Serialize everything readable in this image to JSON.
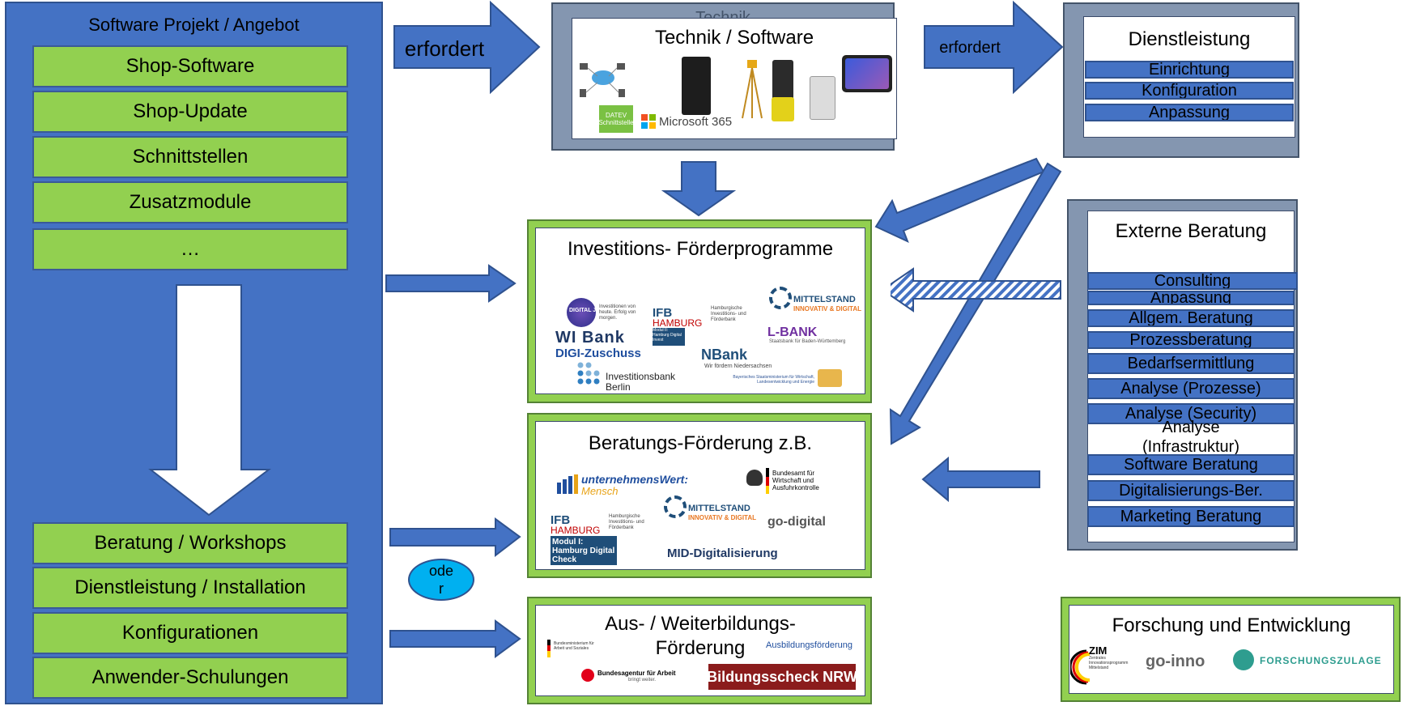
{
  "left_panel": {
    "title": "Software Projekt / Angebot",
    "items_top": [
      "Shop-Software",
      "Shop-Update",
      "Schnittstellen",
      "Zusatzmodule",
      "…"
    ],
    "items_bottom": [
      "Beratung / Workshops",
      "Dienstleistung / Installation",
      "Konfigurationen",
      "Anwender-Schulungen"
    ]
  },
  "arrows": {
    "erfordert_1": "erfordert",
    "erfordert_2": "erfordert",
    "oder": "oder"
  },
  "technik": {
    "hidden_title": "Technik",
    "title": "Technik / Software",
    "logos": {
      "datev": "DATEV Schnittstelle",
      "microsoft": "Microsoft 365"
    }
  },
  "dienstleistung": {
    "title": "Dienstleistung",
    "items": [
      "Einrichtung",
      "Konfiguration",
      "Anpassung"
    ]
  },
  "investition": {
    "title": "Investitions- Förderprogramme",
    "logos": {
      "digital_jetzt": "DIGITAL JETZT",
      "digital_jetzt_tag": "Investitionen von heute. Erfolg von morgen.",
      "ifb": "IFB",
      "ifb_hamburg": "HAMBURG",
      "ifb_desc": "Hamburgische Investitions- und Förderbank",
      "ifb_module": "Modul II: Hamburg Digital Invest",
      "mittelstand": "MITTELSTAND",
      "mittelstand_sub": "INNOVATIV & DIGITAL",
      "wibank": "WI Bank",
      "digi_zuschuss": "DIGI-Zuschuss",
      "lbank": "L-BANK",
      "lbank_sub": "Staatsbank für Baden-Württemberg",
      "nbank": "NBank",
      "nbank_sub": "Wir fördern Niedersachsen",
      "ibb": "Investitionsbank",
      "ibb_city": "Berlin",
      "bayern": "Bayerisches Staatsministerium für Wirtschaft, Landesentwicklung und Energie"
    }
  },
  "beratung": {
    "title": "Beratungs-Förderung z.B.",
    "logos": {
      "uwm_1": "unternehmensWert:",
      "uwm_2": "Mensch",
      "bafa": "Bundesamt für Wirtschaft und Ausfuhrkontrolle",
      "ifb": "IFB",
      "ifb_hamburg": "HAMBURG",
      "ifb_desc": "Hamburgische Investitions- und Förderbank",
      "modul": "Modul I: Hamburg Digital Check",
      "mittelstand": "MITTELSTAND",
      "mittelstand_sub": "INNOVATIV & DIGITAL",
      "go_digital": "go-digital",
      "mid": "MID-Digitalisierung"
    }
  },
  "ausbildung": {
    "title_1": "Aus- / Weiterbildungs-",
    "title_2": "Förderung",
    "subtitle": "Ausbildungsförderung",
    "logos": {
      "bmas": "Bundesministerium für Arbeit und Soziales",
      "ba": "Bundesagentur für Arbeit",
      "ba_sub": "bringt weiter.",
      "nrw": "Bildungsscheck NRW"
    }
  },
  "externe": {
    "title": "Externe Beratung",
    "items": [
      "Consulting",
      "Anpassung",
      "Allgem. Beratung",
      "Prozessberatung",
      "Bedarfsermittlung",
      "Analyse (Prozesse)",
      "Analyse (Security)",
      "Analyse (Infrastruktur)",
      "Software Beratung",
      "Digitalisierungs-Ber.",
      "Marketing Beratung"
    ]
  },
  "forschung": {
    "title": "Forschung und Entwicklung",
    "logos": {
      "zim": "ZIM",
      "zim_sub": "Zentrales Innovationsprogramm Mittelstand",
      "go_inno": "go-inno",
      "fz": "FORSCHUNGSZULAGE"
    }
  },
  "colors": {
    "blue": "#4472c4",
    "green": "#92d050",
    "gray": "#8496b0",
    "dark_green": "#548235"
  }
}
